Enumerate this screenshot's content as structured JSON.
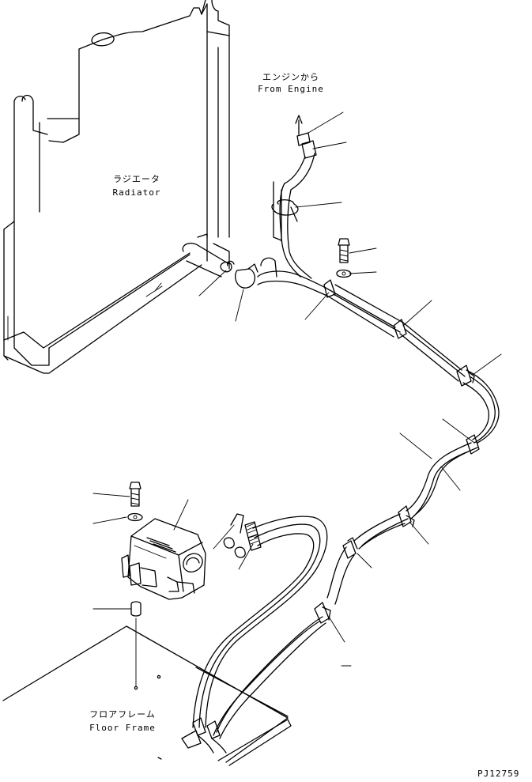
{
  "labels": {
    "engine_jp": "エンジンから",
    "engine_en": "From Engine",
    "radiator_jp": "ラジエータ",
    "radiator_en": "Radiator",
    "floor_jp": "フロアフレーム",
    "floor_en": "Floor Frame",
    "part_code": "PJ12759"
  },
  "colors": {
    "line": "#000000",
    "background": "#ffffff"
  }
}
